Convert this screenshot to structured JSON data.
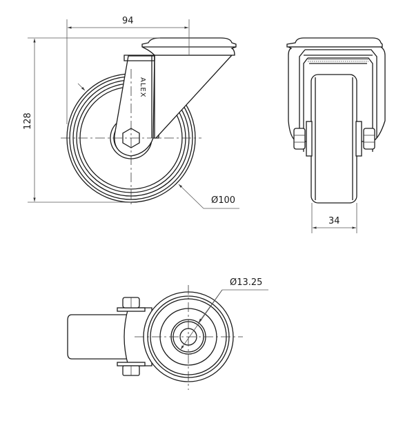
{
  "drawing": {
    "type": "technical-drawing",
    "subject": "swivel castor wheel",
    "brand_mark": "ALEX",
    "colors": {
      "line": "#1a1a1a",
      "dimension": "#555555",
      "background": "#ffffff"
    }
  },
  "views": {
    "side": {
      "dimensions": {
        "width_label": "94",
        "height_label": "128",
        "wheel_diameter_label": "Ø100"
      }
    },
    "front": {
      "dimensions": {
        "tread_width_label": "34"
      }
    },
    "bottom": {
      "dimensions": {
        "bore_diameter_label": "Ø13.25"
      }
    }
  }
}
